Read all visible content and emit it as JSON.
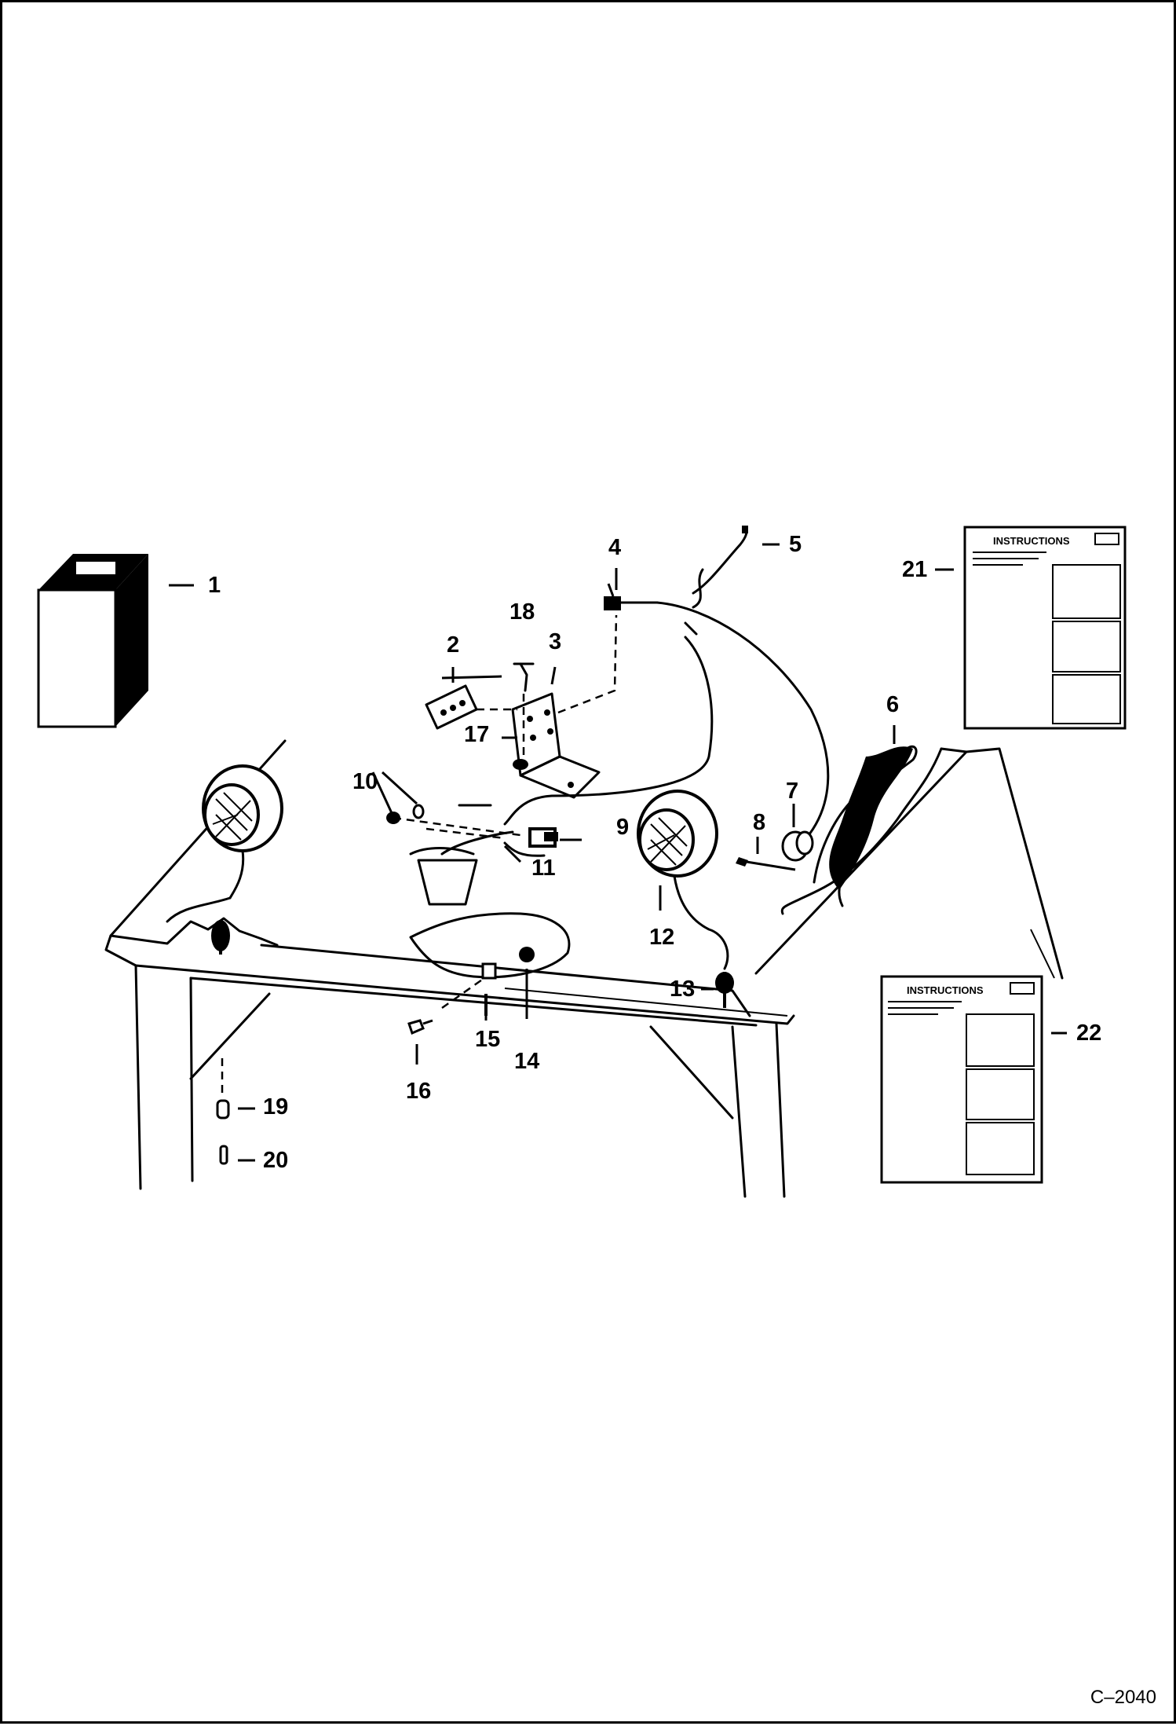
{
  "figure_code": "C–2040",
  "instruction_sheet_title": "INSTRUCTIONS",
  "callouts": [
    {
      "label": "1"
    },
    {
      "label": "2"
    },
    {
      "label": "3"
    },
    {
      "label": "4"
    },
    {
      "label": "5"
    },
    {
      "label": "6"
    },
    {
      "label": "7"
    },
    {
      "label": "8"
    },
    {
      "label": "9"
    },
    {
      "label": "10"
    },
    {
      "label": "11"
    },
    {
      "label": "12"
    },
    {
      "label": "13"
    },
    {
      "label": "14"
    },
    {
      "label": "15"
    },
    {
      "label": "16"
    },
    {
      "label": "17"
    },
    {
      "label": "18"
    },
    {
      "label": "19"
    },
    {
      "label": "20"
    },
    {
      "label": "21"
    },
    {
      "label": "22"
    }
  ]
}
